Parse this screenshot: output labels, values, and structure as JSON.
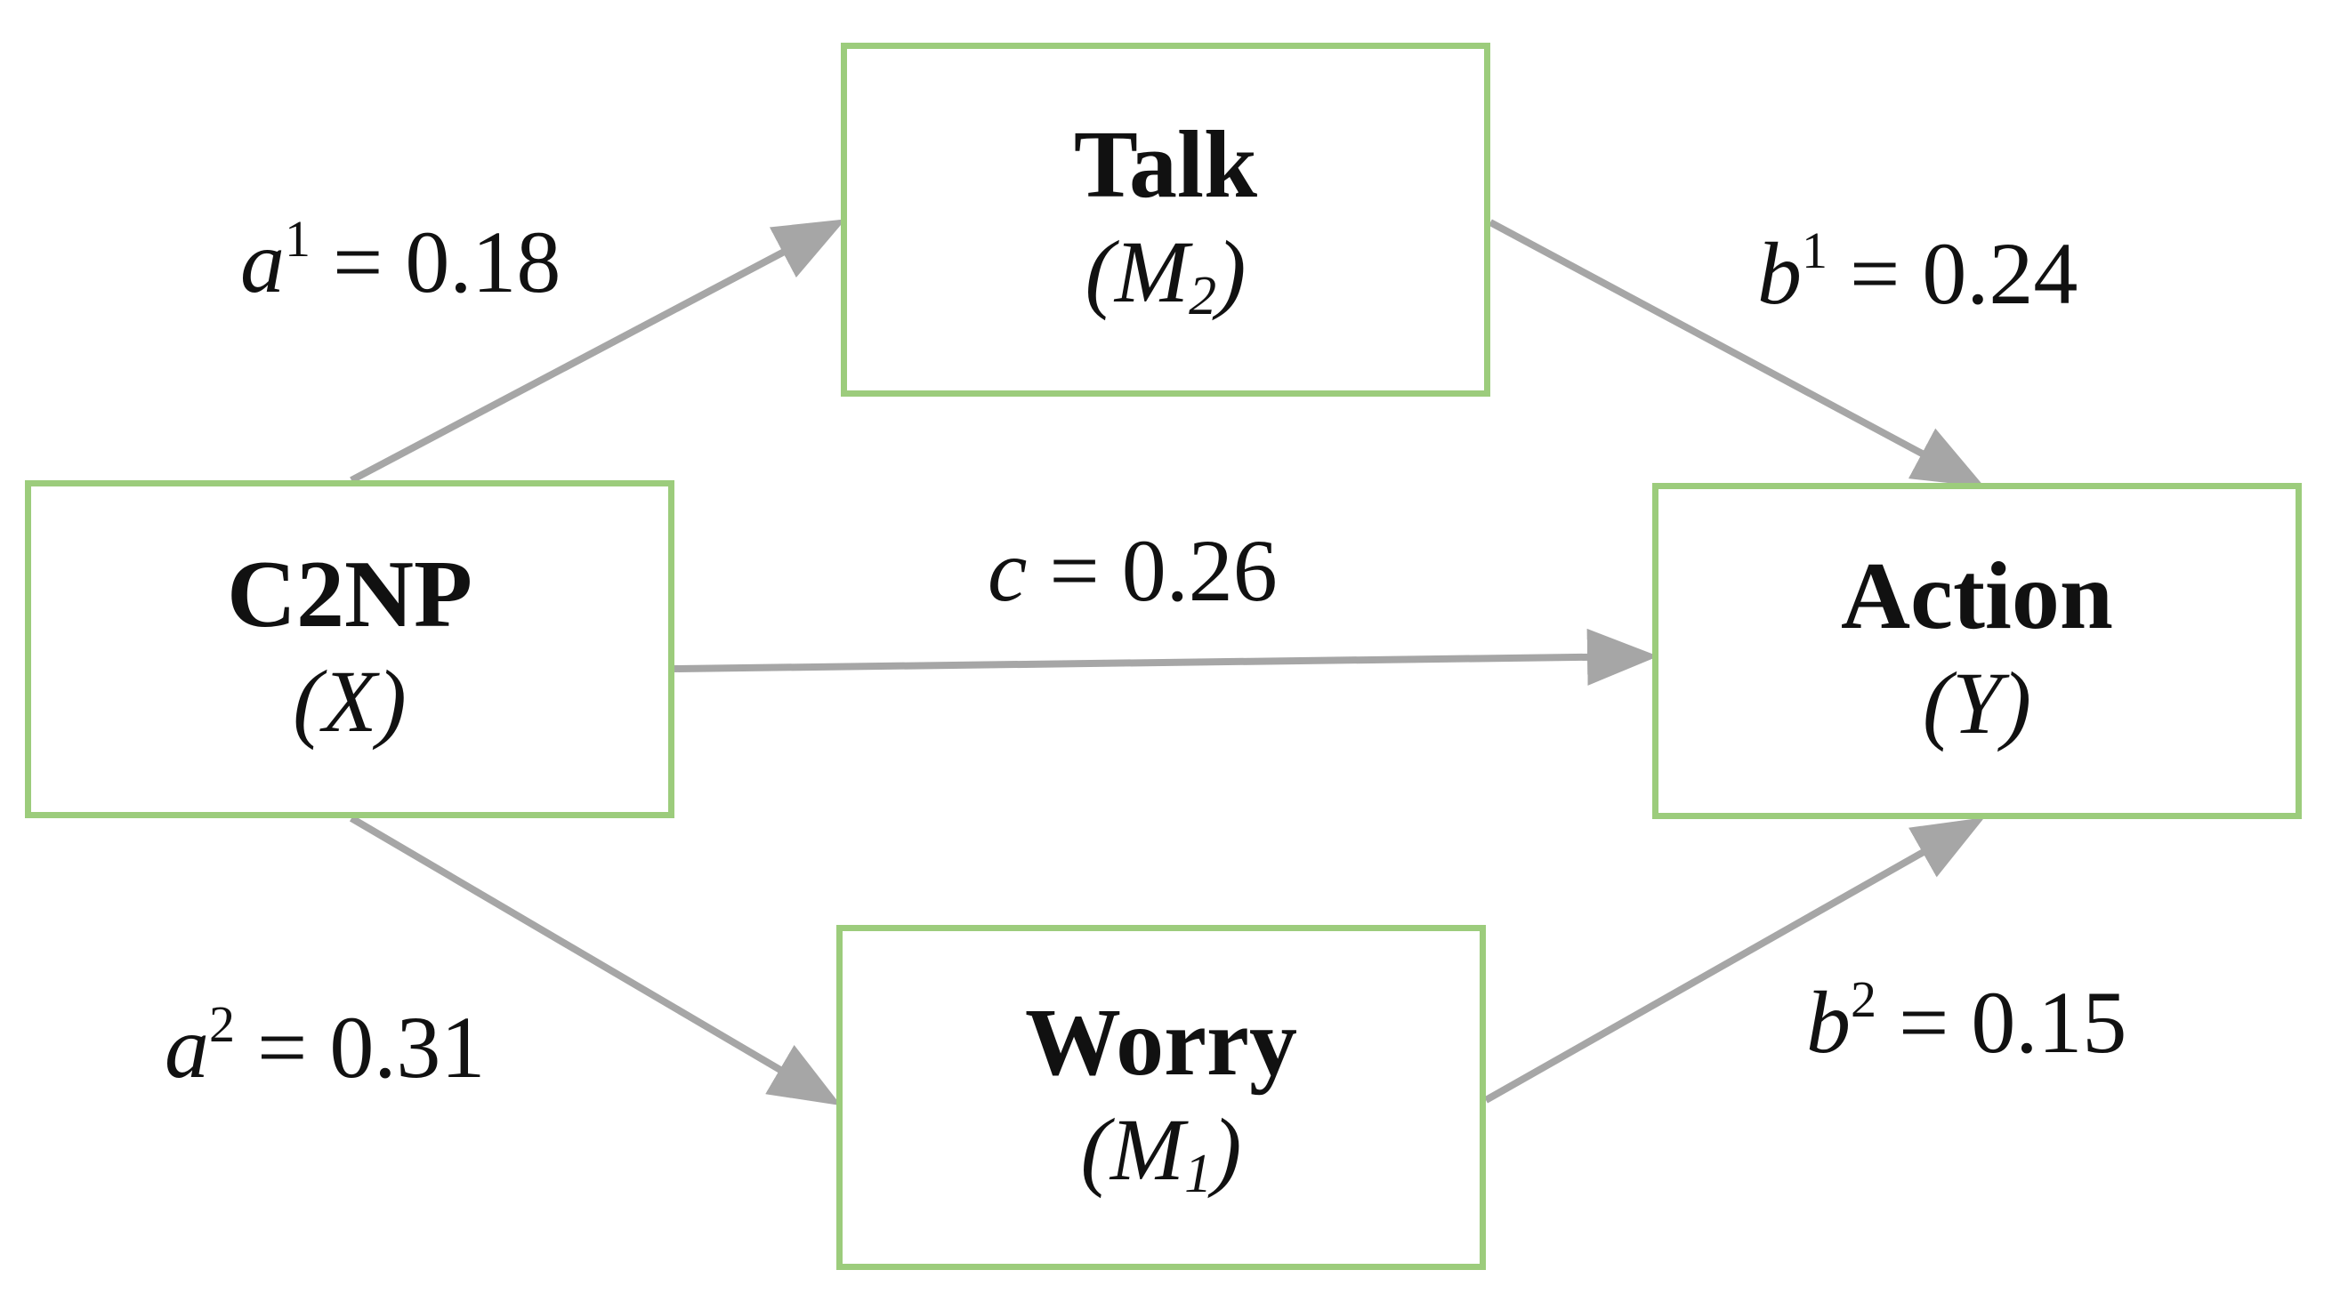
{
  "nodes": {
    "talk": {
      "title": "Talk",
      "sub_open": "(M",
      "sub_index": "2",
      "sub_close": ")"
    },
    "c2np": {
      "title": "C2NP",
      "sub_open": "(X",
      "sub_index": "",
      "sub_close": ")"
    },
    "action": {
      "title": "Action",
      "sub_open": "(Y",
      "sub_index": "",
      "sub_close": ")"
    },
    "worry": {
      "title": "Worry",
      "sub_open": "(M",
      "sub_index": "1",
      "sub_close": ")"
    }
  },
  "paths": {
    "a1": {
      "symbol": "a",
      "index": "1",
      "value": " = 0.18"
    },
    "b1": {
      "symbol": "b",
      "index": "1",
      "value": " = 0.24"
    },
    "c": {
      "symbol": "c",
      "index": "",
      "value": " = 0.26"
    },
    "a2": {
      "symbol": "a",
      "index": "2",
      "value": " = 0.31"
    },
    "b2": {
      "symbol": "b",
      "index": "2",
      "value": " = 0.15"
    }
  },
  "colors": {
    "box_border": "#9ccc7c",
    "arrow": "#a6a6a6",
    "text": "#111111"
  }
}
